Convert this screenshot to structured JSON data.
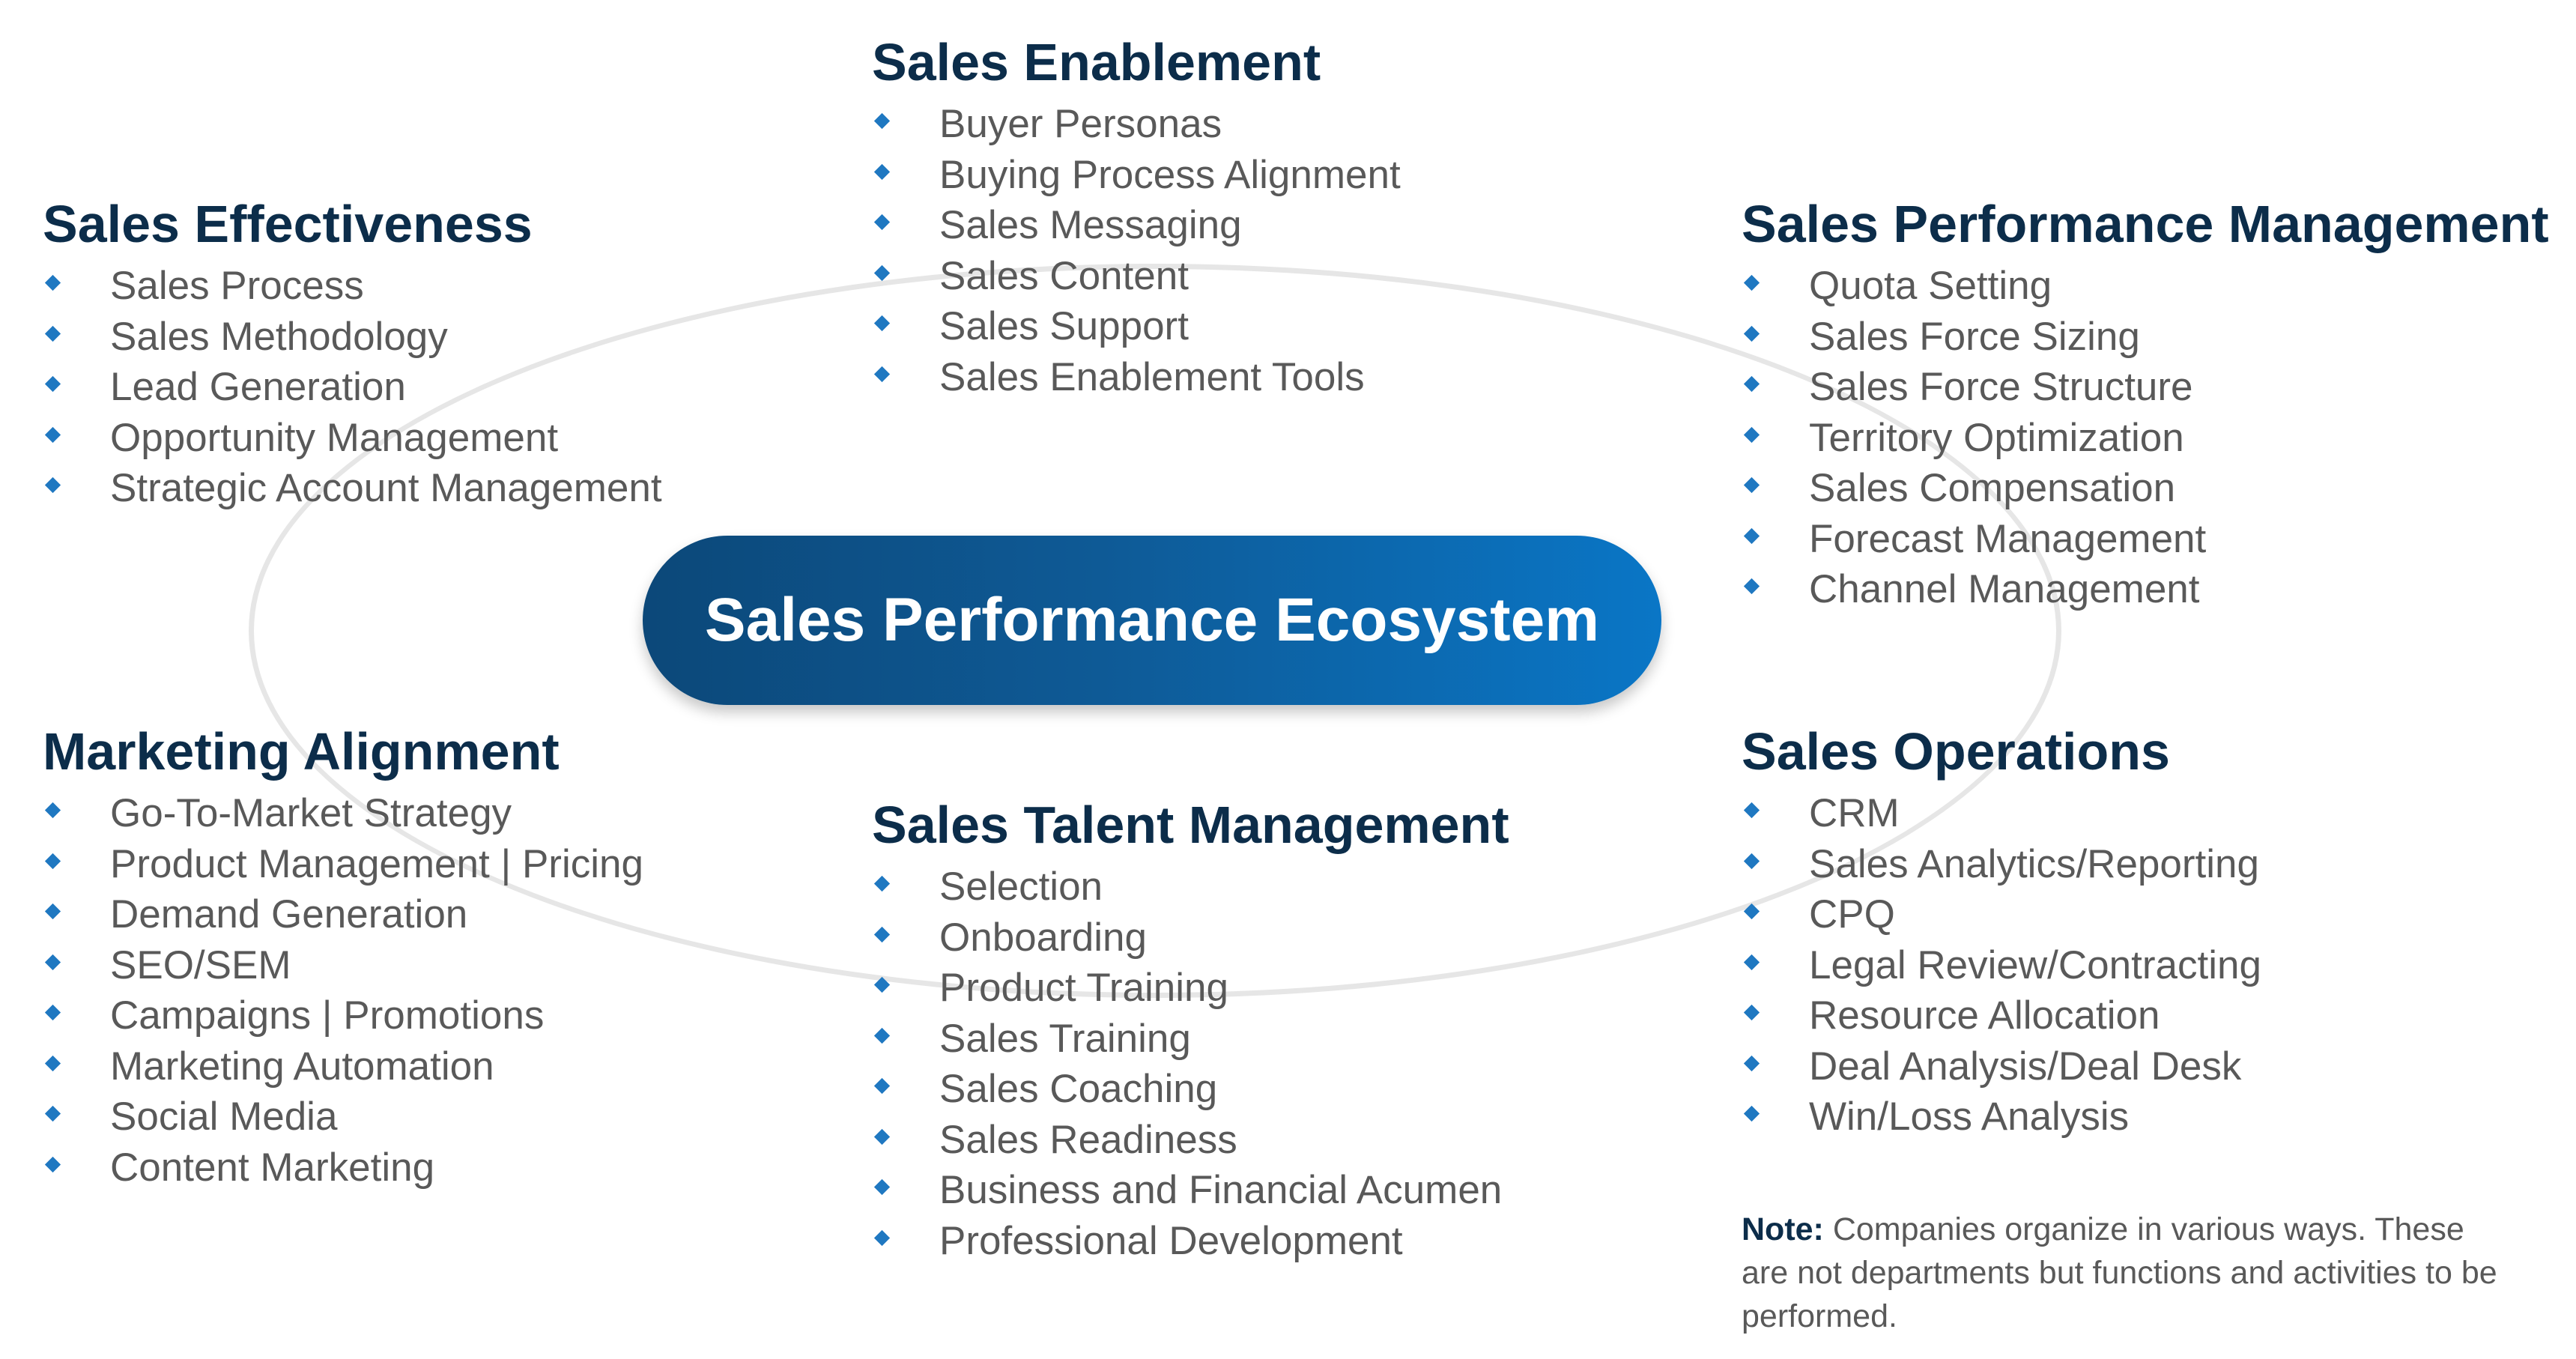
{
  "center": {
    "label": "Sales Performance Ecosystem"
  },
  "groups": {
    "sales_effectiveness": {
      "title": "Sales Effectiveness",
      "items": [
        "Sales Process",
        "Sales Methodology",
        "Lead Generation",
        "Opportunity Management",
        "Strategic Account Management"
      ]
    },
    "sales_enablement": {
      "title": "Sales Enablement",
      "items": [
        "Buyer Personas",
        "Buying Process Alignment",
        "Sales Messaging",
        "Sales Content",
        "Sales Support",
        "Sales Enablement Tools"
      ]
    },
    "sales_performance_management": {
      "title": "Sales Performance Management",
      "items": [
        "Quota Setting",
        "Sales Force Sizing",
        "Sales Force Structure",
        "Territory Optimization",
        "Sales Compensation",
        "Forecast Management",
        "Channel Management"
      ]
    },
    "marketing_alignment": {
      "title": "Marketing Alignment",
      "items": [
        "Go-To-Market Strategy",
        "Product Management | Pricing",
        "Demand Generation",
        "SEO/SEM",
        "Campaigns | Promotions",
        "Marketing Automation",
        "Social Media",
        "Content Marketing"
      ]
    },
    "sales_talent_management": {
      "title": "Sales Talent Management",
      "items": [
        "Selection",
        "Onboarding",
        "Product Training",
        "Sales Training",
        "Sales Coaching",
        "Sales Readiness",
        "Business and Financial Acumen",
        "Professional Development"
      ]
    },
    "sales_operations": {
      "title": "Sales Operations",
      "items": [
        "CRM",
        "Sales Analytics/Reporting",
        "CPQ",
        "Legal Review/Contracting",
        "Resource Allocation",
        "Deal Analysis/Deal Desk",
        "Win/Loss Analysis"
      ]
    }
  },
  "note": {
    "label": "Note:",
    "text": " Companies organize in various ways. These are not departments but functions and activities to be performed."
  },
  "colors": {
    "heading": "#0c2d4a",
    "item_text": "#595959",
    "bullet": "#1f78c1",
    "pill_start": "#0c4879",
    "pill_end": "#0a76c6",
    "ring": "#e6e6e6"
  },
  "icons": {
    "bullet": "diamond-bullet-icon"
  }
}
